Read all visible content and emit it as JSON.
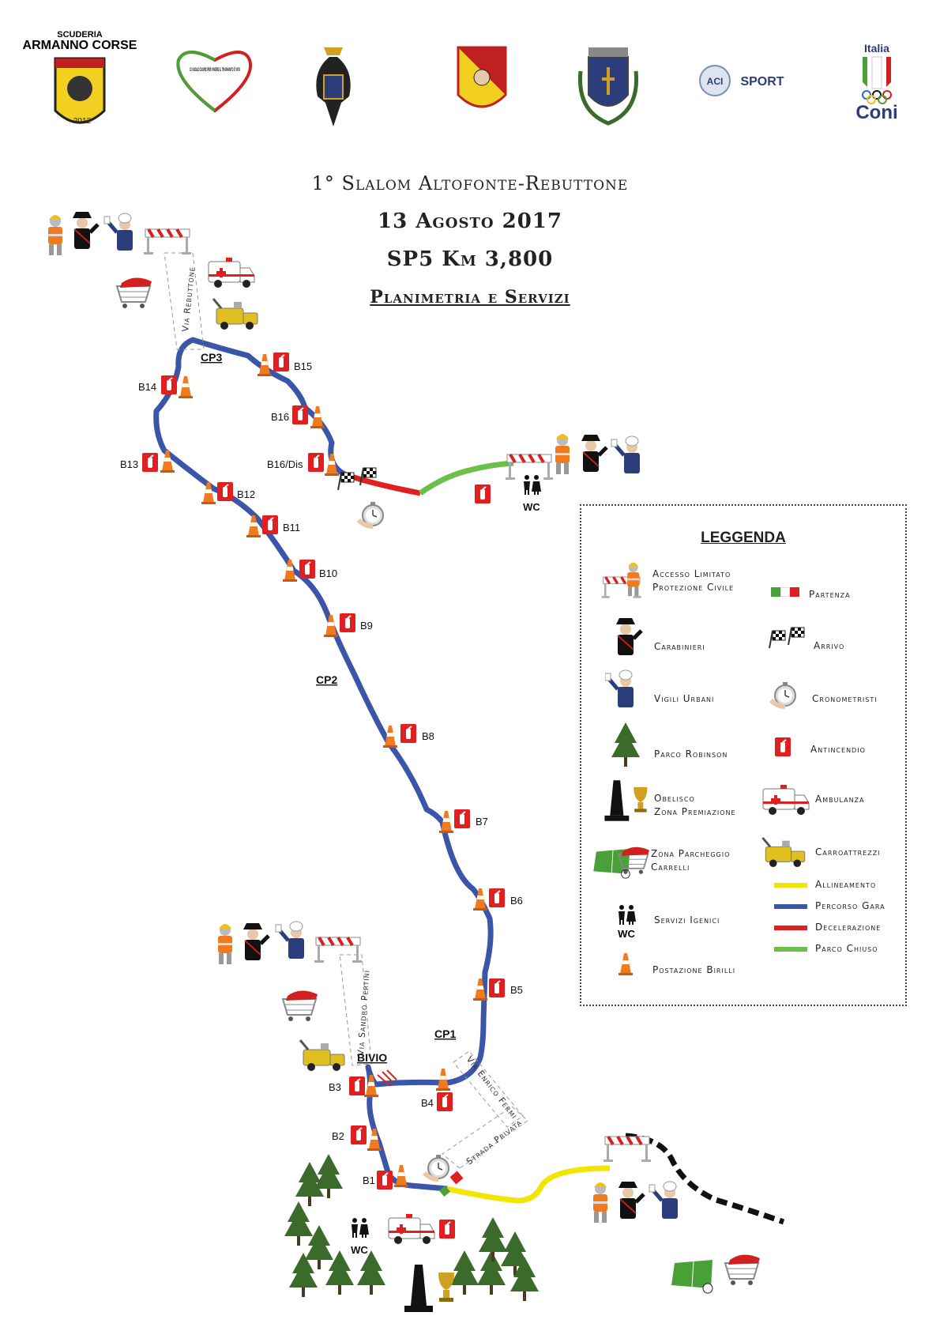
{
  "header": {
    "title_line1": "1° Slalom Altofonte-Rebuttone",
    "title_line2": "13 Agosto 2017",
    "title_line3": "SP5 Km 3,800",
    "title_line4": "Planimetria e Servizi"
  },
  "logos": {
    "scuderia_top": "SCUDERIA",
    "scuderia_name": "ARMANNO CORSE",
    "scuderia_year": "2012",
    "heart_text": "CI VUOLE CUORE PER VIVERE IL TRAPIANTO È VITA",
    "aci_a": "ACI",
    "aci_b": "SPORT",
    "coni_top": "Italia",
    "coni_bottom": "Coni"
  },
  "map": {
    "checkpoints": [
      "CP1",
      "CP2",
      "CP3",
      "BIVIO"
    ],
    "birilli": [
      "B1",
      "B2",
      "B3",
      "B4",
      "B5",
      "B6",
      "B7",
      "B8",
      "B9",
      "B10",
      "B11",
      "B12",
      "B13",
      "B14",
      "B15",
      "B16",
      "B16/Dis"
    ],
    "streets": {
      "via_rebuttone": "Via Rebuttone",
      "via_pertini": "Via Sandro Pertini",
      "via_fermi": "Via Enrico Fermi",
      "strada_privata": "Strada Privata"
    },
    "wc": "WC"
  },
  "legend": {
    "title": "LEGGENDA",
    "accesso": "Accesso Limitato",
    "protezione": "Protezione Civile",
    "carabinieri": "Carabinieri",
    "vigili": "Vigili Urbani",
    "parco_robinson": "Parco Robinson",
    "obelisco": "Obelisco",
    "zona_premiazione": "Zona Premiazione",
    "zona_parcheggio": "Zona Parcheggio",
    "carrelli": "Carrelli",
    "servizi": "Servizi Igenici",
    "postazione": "Postazione Birilli",
    "partenza": "Partenza",
    "arrivo": "Arrivo",
    "cronometristi": "Cronometristi",
    "antincendio": "Antincendio",
    "ambulanza": "Ambulanza",
    "carroattrezzi": "Carroattrezzi",
    "allineamento": "Allineamento",
    "percorso": "Percorso Gara",
    "decelerazione": "Decelerazione",
    "parco_chiuso": "Parco Chiuso",
    "wc": "WC"
  },
  "colors": {
    "percorso": "#3b55a8",
    "allineamento": "#f2e600",
    "decelerazione": "#e02020",
    "parco_chiuso": "#6cc04a",
    "antincendio": "#e02020"
  }
}
